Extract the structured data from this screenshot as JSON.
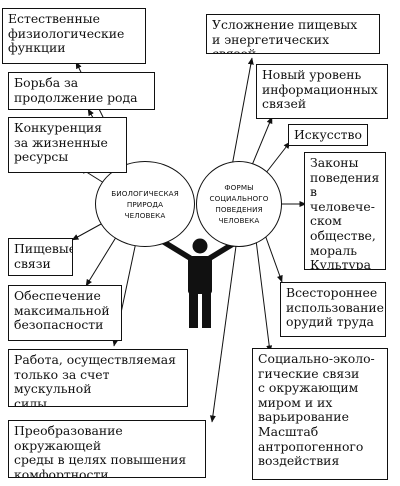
{
  "diagram": {
    "center": {
      "left_oval": "БИОЛОГИЧЕСКАЯ\nПРИРОДА\nЧЕЛОВЕКА",
      "right_oval": "ФОРМЫ\nСОЦИАЛЬНОГО\nПОВЕДЕНИЯ\nЧЕЛОВЕКА"
    },
    "left_boxes": [
      "Естественные\nфизиологические\nфункции",
      "Борьба за\nпродолжение рода",
      "Конкуренция\nза жизненные\nресурсы",
      "Пищевые\nсвязи",
      "Обеспечение\nмаксимальной\nбезопасности",
      "Работа, осуществляемая\nтолько за счет мускульной\nсилы",
      "Преобразование окружающей\nсреды в целях повышения\nкомфортности существования"
    ],
    "right_boxes": [
      "Усложнение пищевых\nи энергетических связей",
      "Новый уровень\nинформационных\nсвязей",
      "Искусство",
      "Законы\nповедения\nв человече-\nском\nобществе,\nмораль\nКультура",
      "Всестороннее\nиспользование\nорудий труда",
      "Социально-эколо-\nгические связи\nс окружающим\nмиром и их\nварьирование\nМасштаб\nантропогенного\nвоздействия"
    ],
    "colors": {
      "line": "#111111",
      "background": "#ffffff"
    },
    "icons": [
      "human-figure-icon"
    ]
  }
}
